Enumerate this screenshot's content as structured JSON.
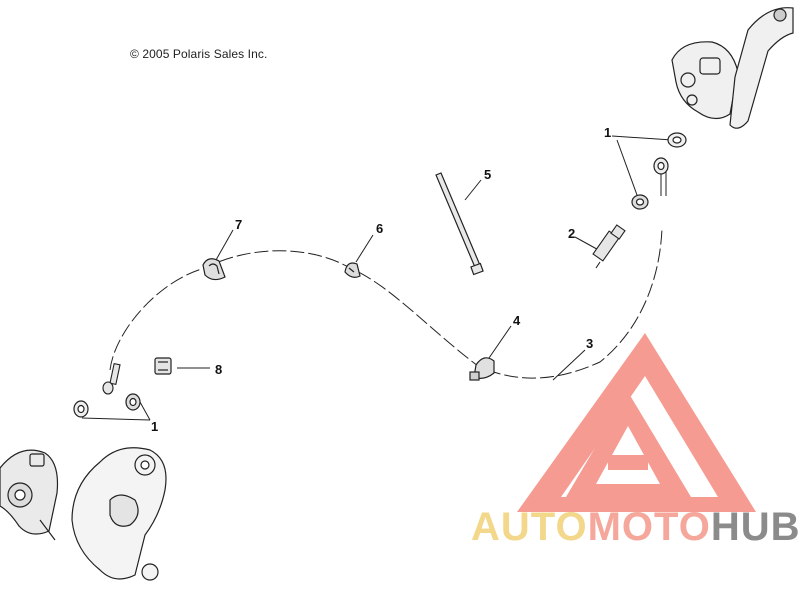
{
  "copyright": "© 2005 Polaris Sales Inc.",
  "callouts": {
    "c1_top": "1",
    "c1_bottom": "1",
    "c2": "2",
    "c3": "3",
    "c4": "4",
    "c5": "5",
    "c6": "6",
    "c7": "7",
    "c8": "8"
  },
  "watermark": {
    "part1": "AUTO",
    "part2": "MOTO",
    "part3": "HUB",
    "colors": {
      "auto": "#f3d78a",
      "moto": "#f6a79b",
      "hub": "#8b8b8b",
      "logo": "#f4867a"
    }
  }
}
